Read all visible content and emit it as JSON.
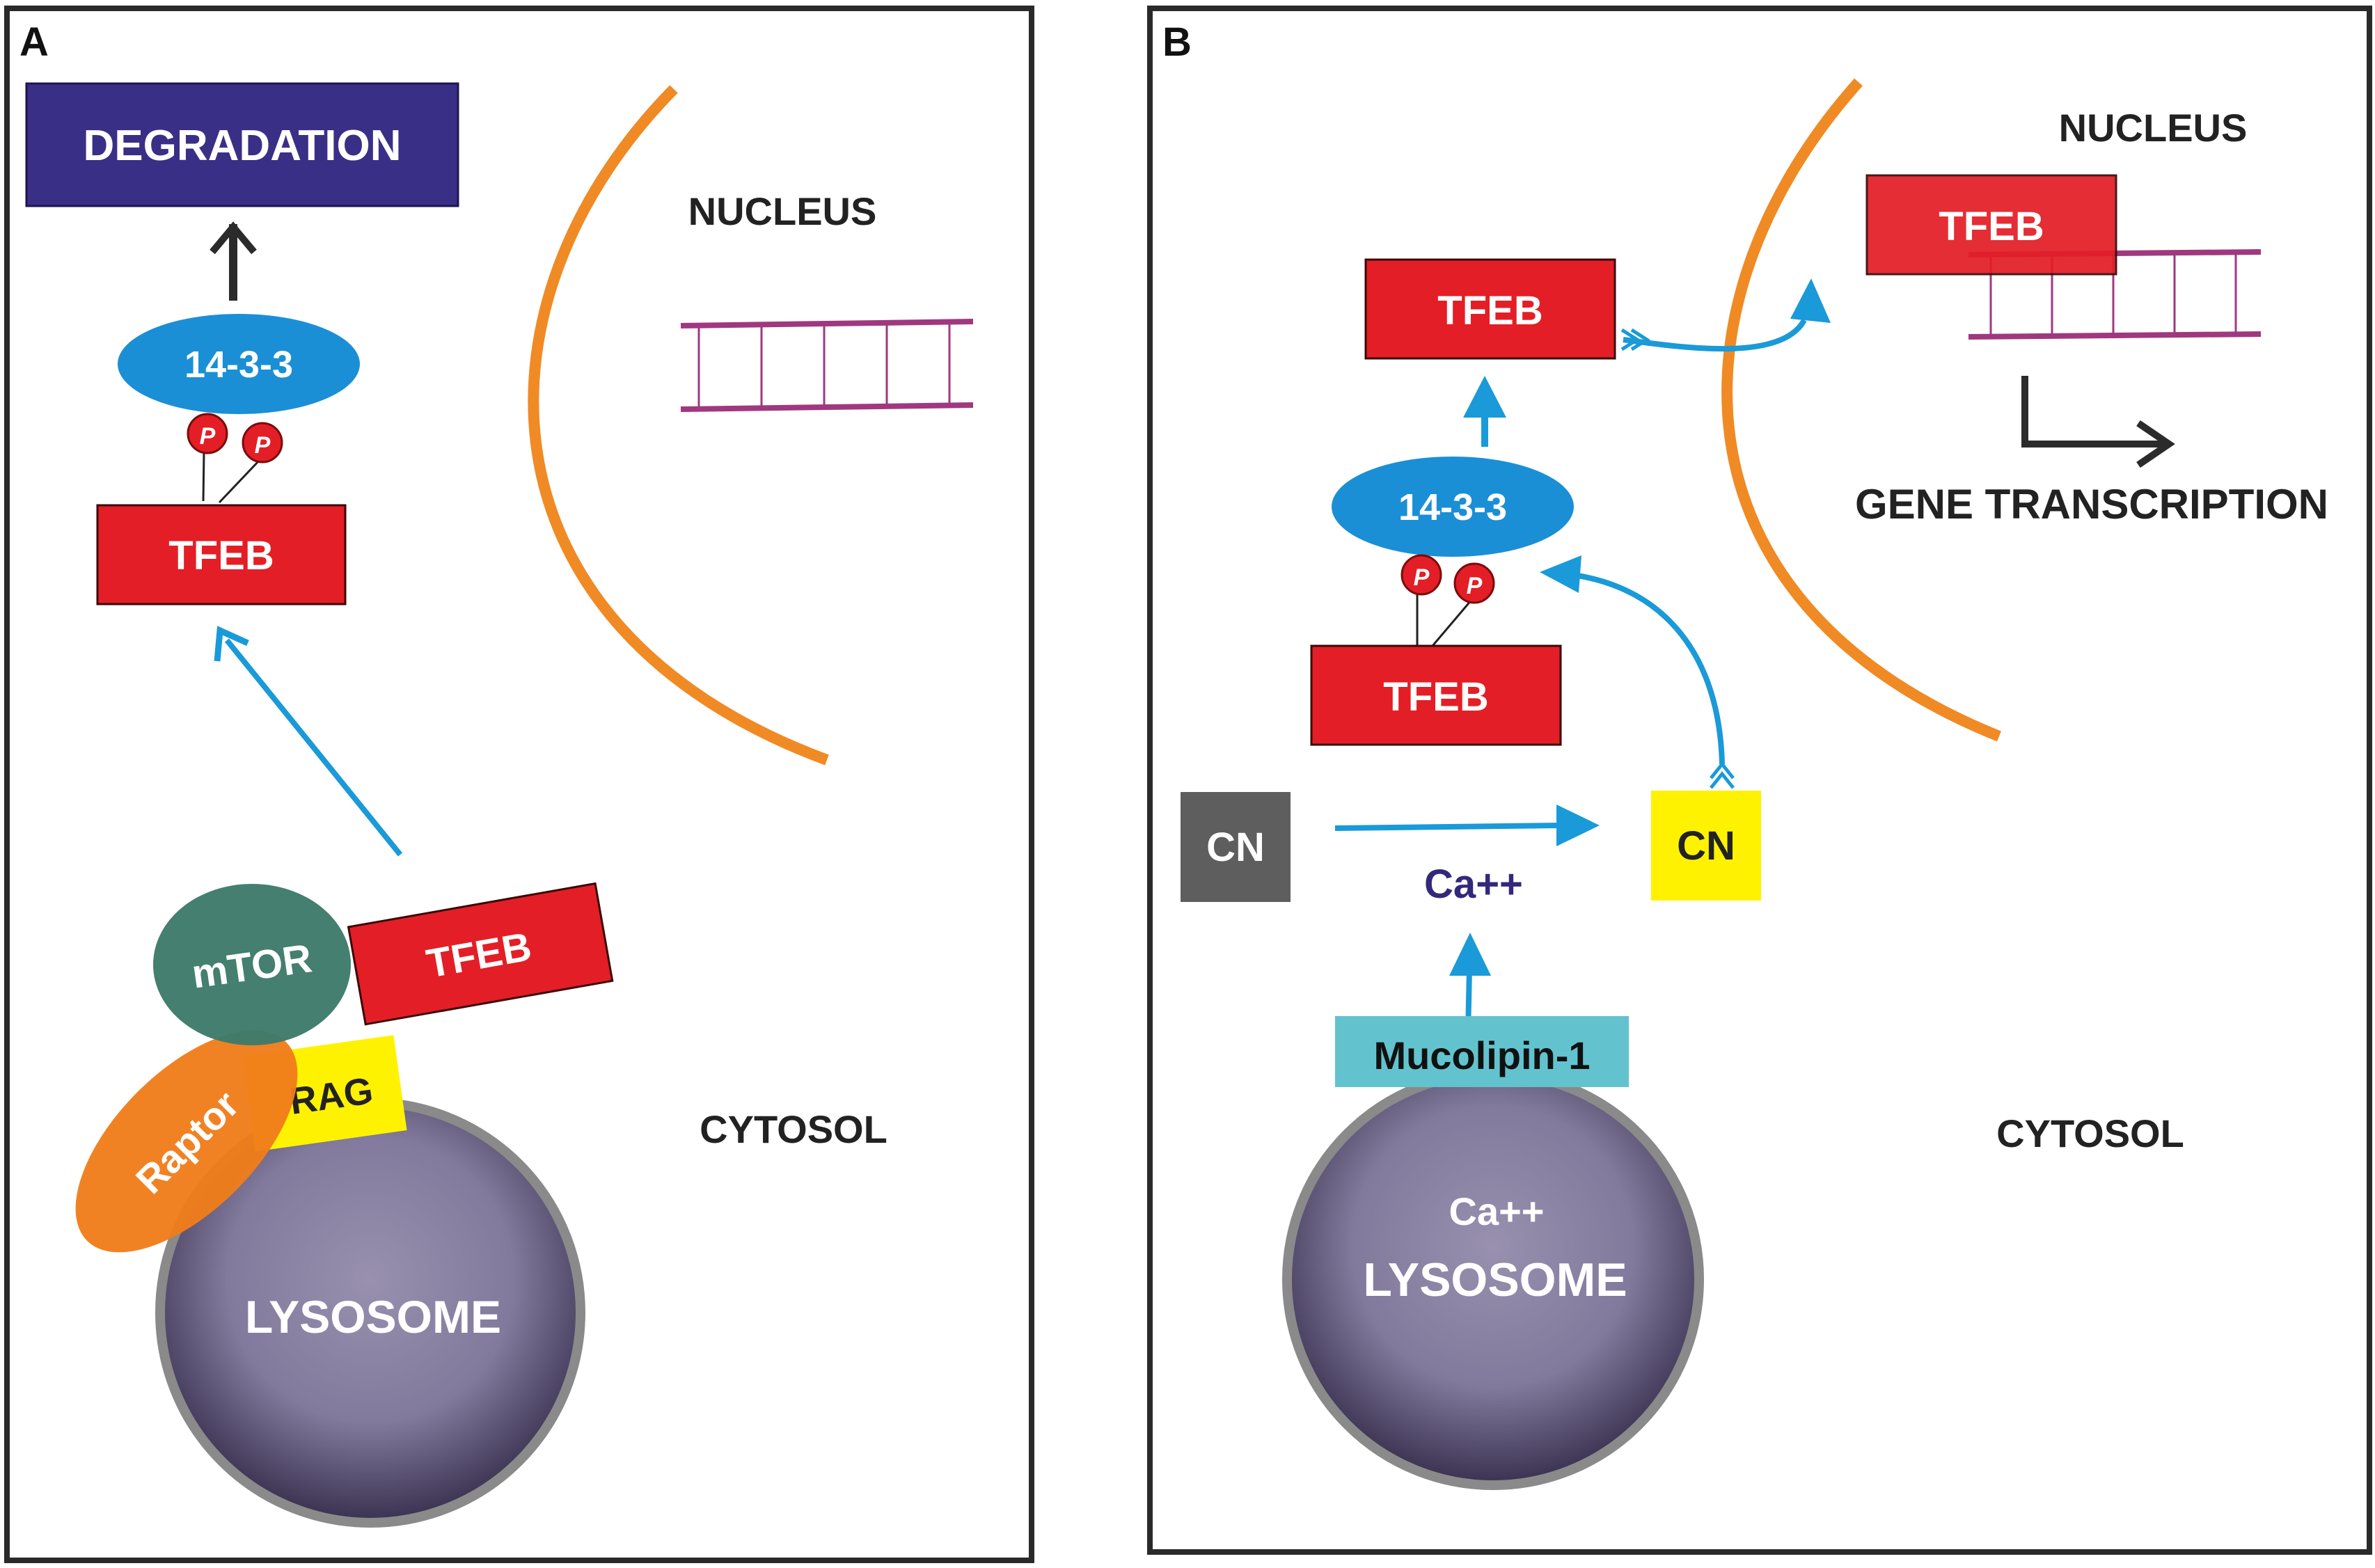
{
  "panel_a": {
    "label": "A",
    "degradation": "DEGRADATION",
    "protein_1433": "14-3-3",
    "p1": "P",
    "p2": "P",
    "tfeb": "TFEB",
    "nucleus": "NUCLEUS",
    "cytosol": "CYTOSOL",
    "mtor": "mTOR",
    "tfeb_complex": "TFEB",
    "raptor": "Raptor",
    "rag": "RAG",
    "lysosome": "LYSOSOME"
  },
  "panel_b": {
    "label": "B",
    "nucleus": "NUCLEUS",
    "tfeb_nuclear": "TFEB",
    "tfeb_upper": "TFEB",
    "protein_1433": "14-3-3",
    "p1": "P",
    "p2": "P",
    "tfeb_lower": "TFEB",
    "gene_transcription": "GENE TRANSCRIPTION",
    "cn_inactive": "CN",
    "cn_active": "CN",
    "calcium": "Ca++",
    "mucolipin": "Mucolipin-1",
    "lysosome_ca": "Ca++",
    "lysosome": "LYSOSOME",
    "cytosol": "CYTOSOL"
  },
  "colors": {
    "degradation_box": "#3A2F86",
    "tfeb_red": "#E41E26",
    "protein_blue": "#1A8FD6",
    "arrow_blue": "#1A9AD8",
    "nucleus_orange": "#F08A24",
    "dna_magenta": "#A0387F",
    "mtor_green": "#3E7B6A",
    "raptor_orange": "#F07D1A",
    "rag_yellow": "#FFF200",
    "cn_gray": "#5E5E5E",
    "cn_yellow": "#FFF200",
    "mucolipin_teal": "#62C3CE",
    "calcium_text": "#33297A",
    "lysosome_purple": "#7A7194"
  }
}
